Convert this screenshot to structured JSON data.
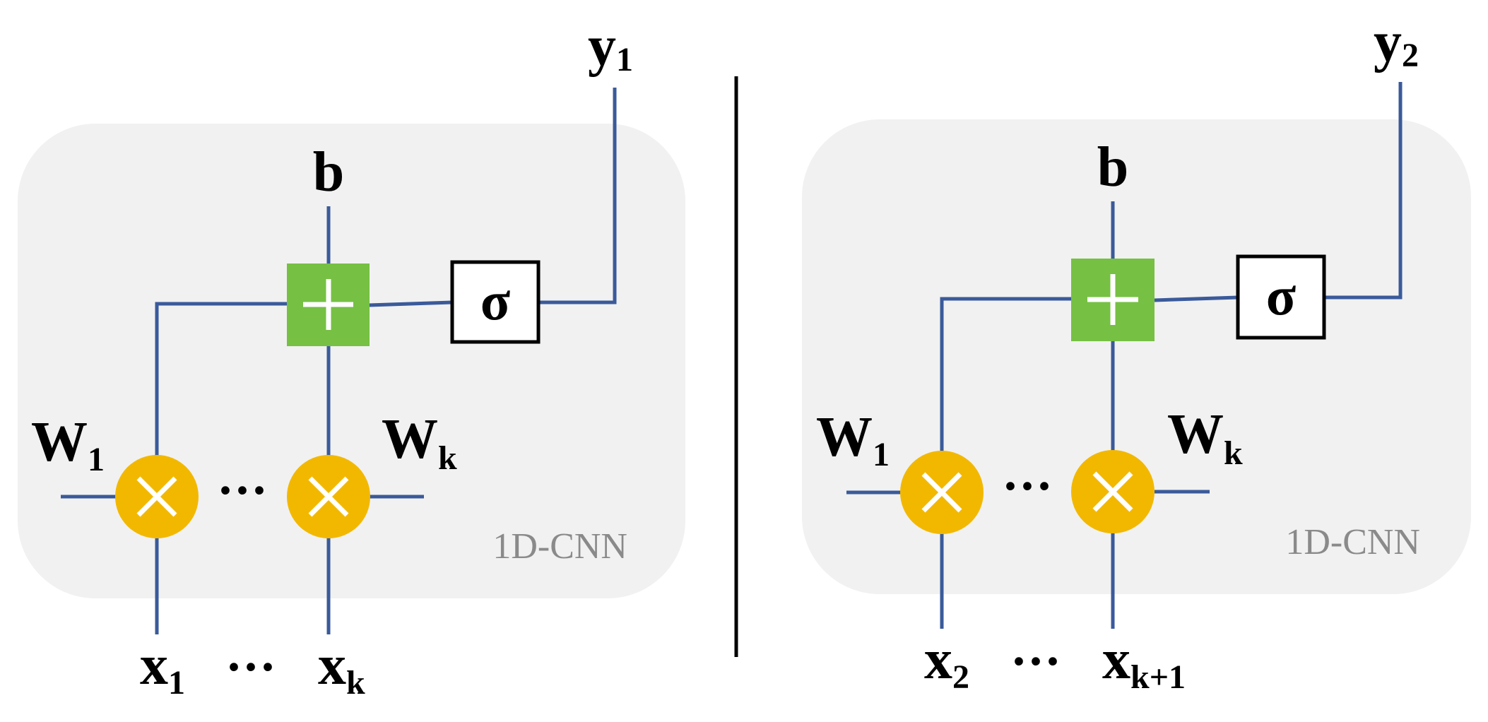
{
  "divider": true,
  "panels": [
    {
      "id": "left",
      "caption": "1D-CNN",
      "bias": "b",
      "activation": "σ",
      "output": {
        "base": "y",
        "sub": "1"
      },
      "weights": [
        {
          "base": "W",
          "sub": "1"
        },
        {
          "base": "W",
          "sub": "k"
        }
      ],
      "inputs": [
        {
          "base": "x",
          "sub": "1"
        },
        {
          "base": "x",
          "sub": "k"
        }
      ],
      "mid_dots": "···",
      "input_dots": "···"
    },
    {
      "id": "right",
      "caption": "1D-CNN",
      "bias": "b",
      "activation": "σ",
      "output": {
        "base": "y",
        "sub": "2"
      },
      "weights": [
        {
          "base": "W",
          "sub": "1"
        },
        {
          "base": "W",
          "sub": "k"
        }
      ],
      "inputs": [
        {
          "base": "x",
          "sub": "2"
        },
        {
          "base": "x",
          "sub": "k+1"
        }
      ],
      "mid_dots": "···",
      "input_dots": "···"
    }
  ],
  "colors": {
    "wire": "#3a5a9a",
    "adder": "#76c043",
    "multiplier": "#f2b800",
    "panel_background": "#f1f1f1",
    "caption_text": "#8a8a8a"
  }
}
